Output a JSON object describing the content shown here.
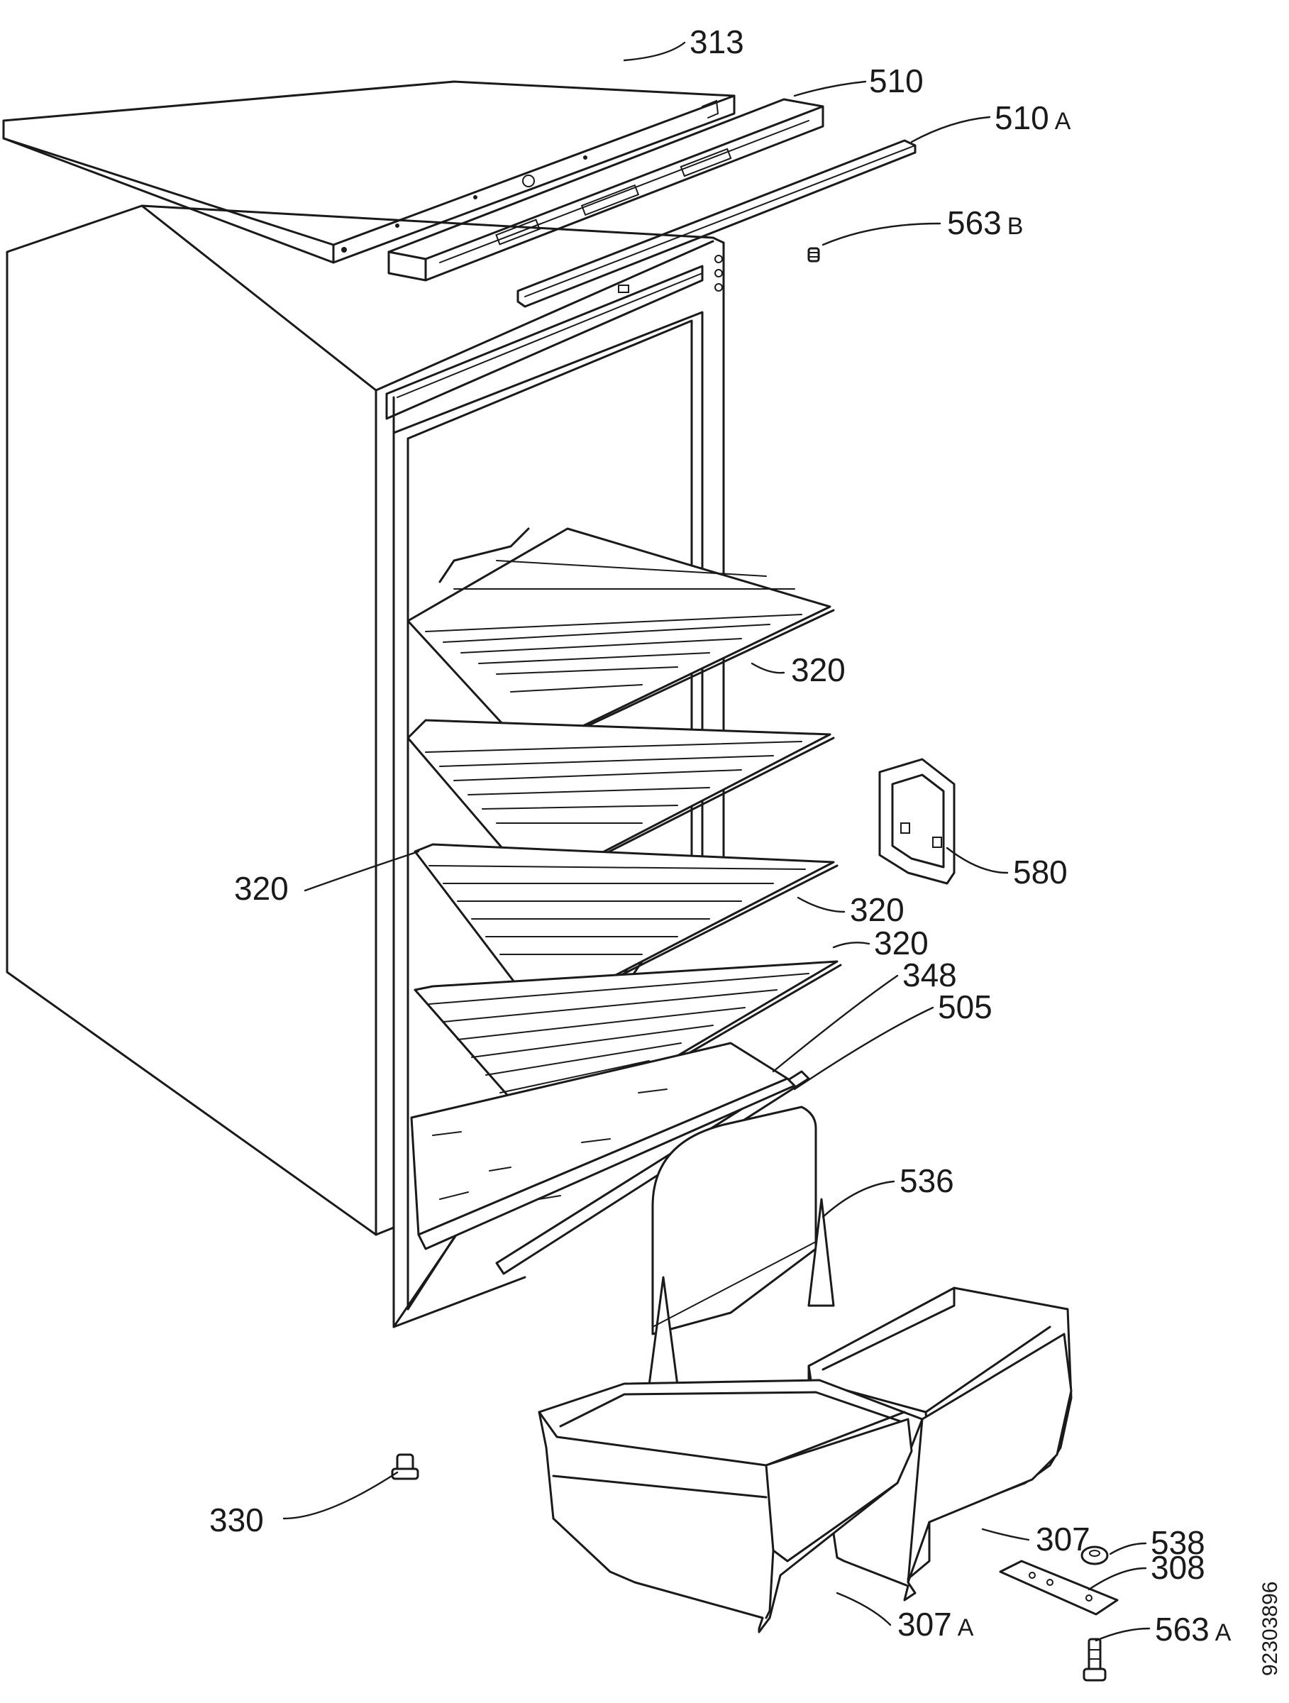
{
  "diagram": {
    "drawing_number": "92303896",
    "labels": [
      {
        "id": "313",
        "number": "313",
        "suffix": ""
      },
      {
        "id": "510",
        "number": "510",
        "suffix": ""
      },
      {
        "id": "510a",
        "number": "510",
        "suffix": "A"
      },
      {
        "id": "563b",
        "number": "563",
        "suffix": "B"
      },
      {
        "id": "320-top",
        "number": "320",
        "suffix": ""
      },
      {
        "id": "320-left",
        "number": "320",
        "suffix": ""
      },
      {
        "id": "320-mid",
        "number": "320",
        "suffix": ""
      },
      {
        "id": "320-low",
        "number": "320",
        "suffix": ""
      },
      {
        "id": "580",
        "number": "580",
        "suffix": ""
      },
      {
        "id": "348",
        "number": "348",
        "suffix": ""
      },
      {
        "id": "505",
        "number": "505",
        "suffix": ""
      },
      {
        "id": "536",
        "number": "536",
        "suffix": ""
      },
      {
        "id": "330",
        "number": "330",
        "suffix": ""
      },
      {
        "id": "307",
        "number": "307",
        "suffix": ""
      },
      {
        "id": "538",
        "number": "538",
        "suffix": ""
      },
      {
        "id": "308",
        "number": "308",
        "suffix": ""
      },
      {
        "id": "307a",
        "number": "307",
        "suffix": "A"
      },
      {
        "id": "563a",
        "number": "563",
        "suffix": "A"
      }
    ]
  }
}
